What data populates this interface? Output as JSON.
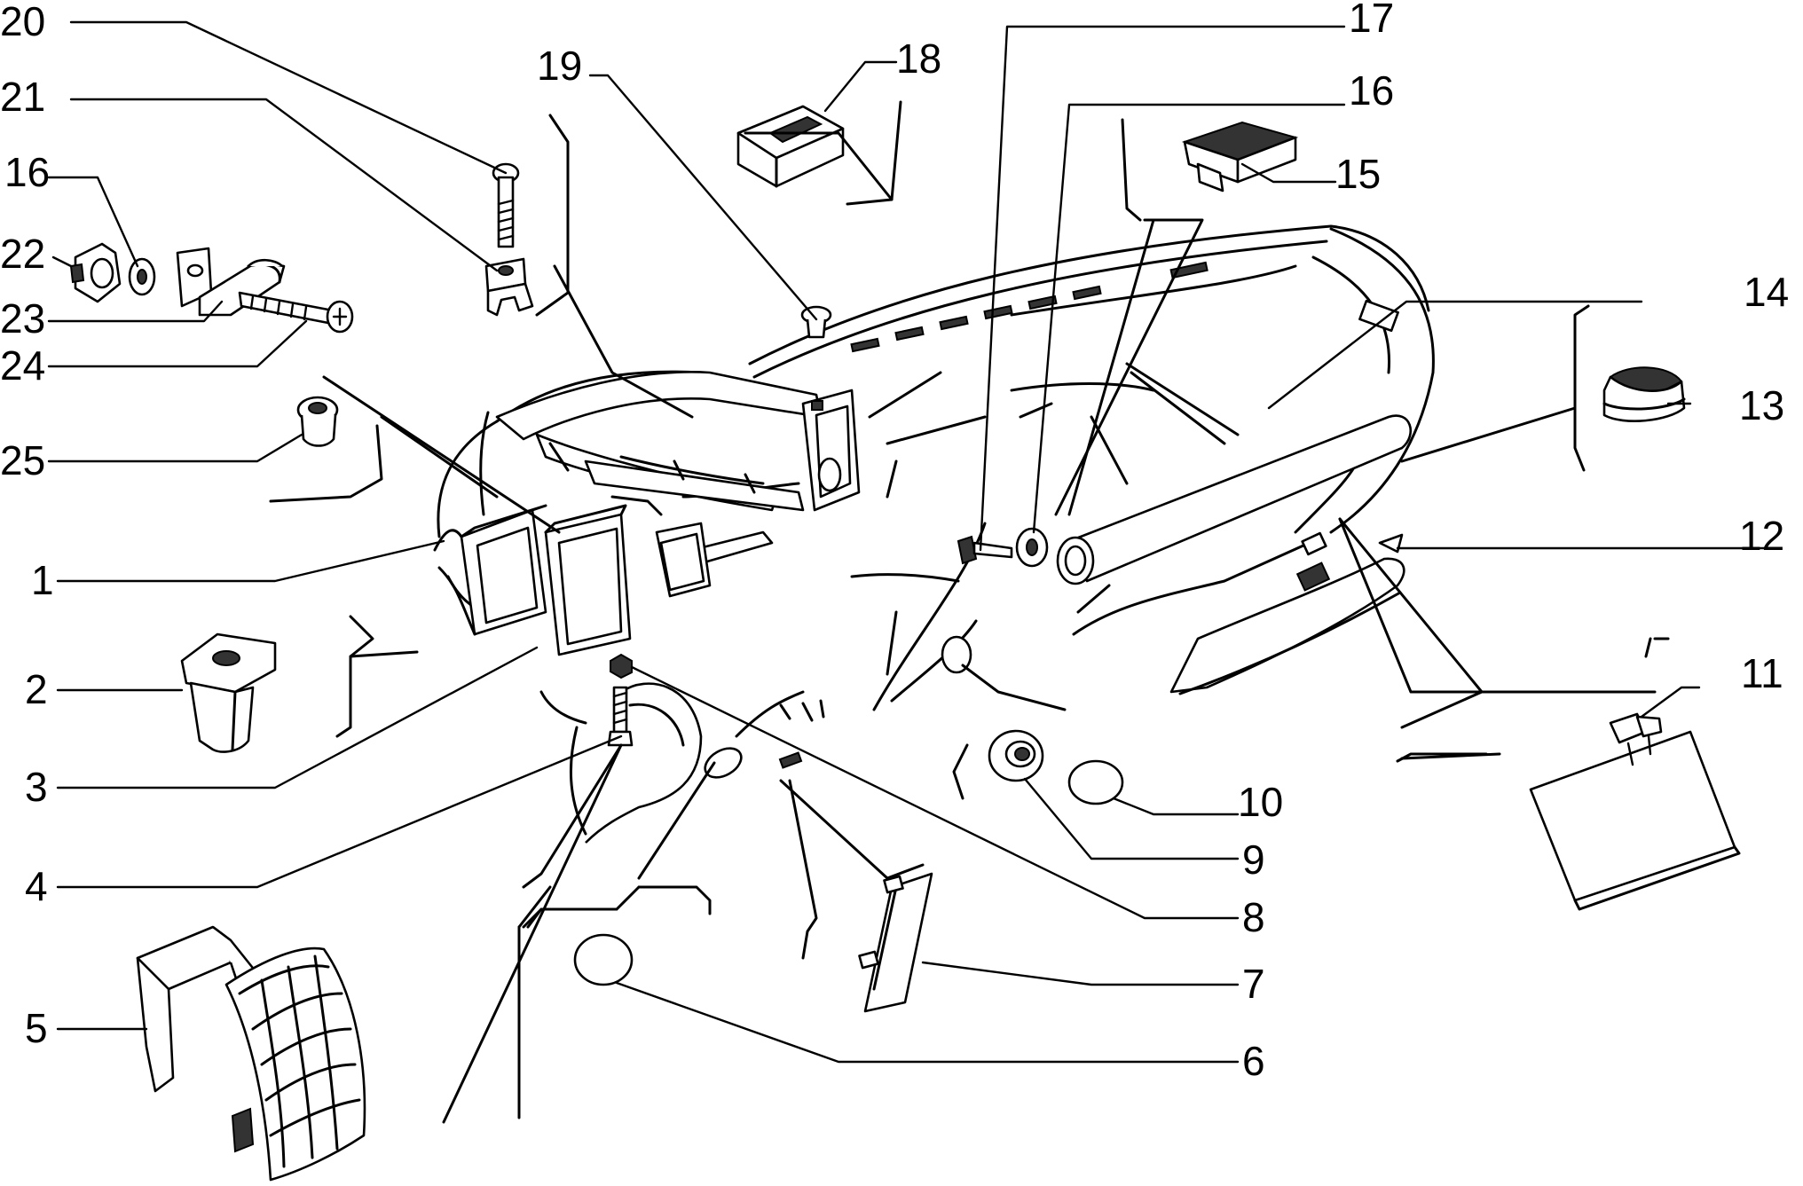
{
  "diagram": {
    "callouts": [
      {
        "id": "20",
        "label": "20"
      },
      {
        "id": "21",
        "label": "21"
      },
      {
        "id": "16a",
        "label": "16"
      },
      {
        "id": "22",
        "label": "22"
      },
      {
        "id": "23",
        "label": "23"
      },
      {
        "id": "24",
        "label": "24"
      },
      {
        "id": "25",
        "label": "25"
      },
      {
        "id": "1",
        "label": "1"
      },
      {
        "id": "2",
        "label": "2"
      },
      {
        "id": "3",
        "label": "3"
      },
      {
        "id": "4",
        "label": "4"
      },
      {
        "id": "5",
        "label": "5"
      },
      {
        "id": "19",
        "label": "19"
      },
      {
        "id": "18",
        "label": "18"
      },
      {
        "id": "17",
        "label": "17"
      },
      {
        "id": "16b",
        "label": "16"
      },
      {
        "id": "15",
        "label": "15"
      },
      {
        "id": "14",
        "label": "14"
      },
      {
        "id": "13",
        "label": "13"
      },
      {
        "id": "12",
        "label": "12"
      },
      {
        "id": "11",
        "label": "11"
      },
      {
        "id": "10",
        "label": "10"
      },
      {
        "id": "9",
        "label": "9"
      },
      {
        "id": "8",
        "label": "8"
      },
      {
        "id": "7",
        "label": "7"
      },
      {
        "id": "6",
        "label": "6"
      }
    ]
  }
}
